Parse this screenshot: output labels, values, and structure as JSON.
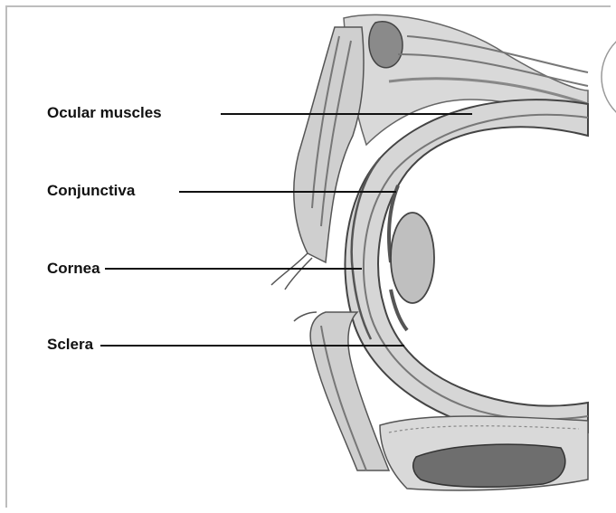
{
  "labels": {
    "ocular_muscles": "Ocular muscles",
    "conjunctiva": "Conjunctiva",
    "cornea": "Cornea",
    "sclera": "Sclera"
  },
  "colors": {
    "ink": "#111111",
    "tissue_light": "#e6e6e6",
    "tissue_mid": "#bdbdbd",
    "tissue_dark": "#6f6f6f",
    "frame": "#bdbdbd"
  }
}
